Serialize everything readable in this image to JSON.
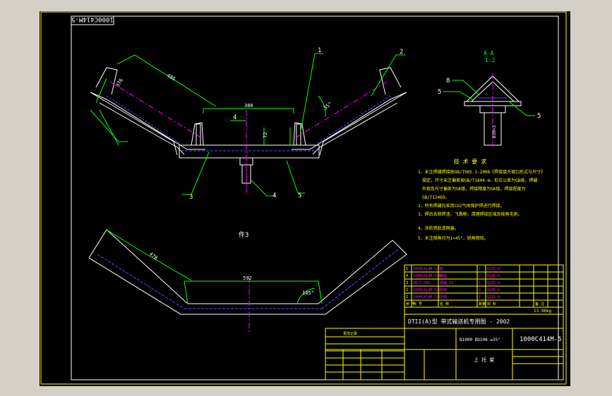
{
  "title_tag": "1000C414M-5",
  "sheet_label": "件3",
  "section_label": "A-A",
  "section_scale": "1:2",
  "callouts": [
    "1",
    "2",
    "3",
    "4",
    "5"
  ],
  "section_callouts": [
    "8",
    "5"
  ],
  "tech_requirements": {
    "heading": "技 术 要 求",
    "lines": [
      "1、未注焊缝焊接按GB/T985.1-2008《焊接接头坡口形式与尺寸》",
      "规定，尺寸未注偏差按GB/T1804-m，形位公差为GB级，焊缝",
      "外观及尺寸偏差为GK级，焊接精度为GK级，焊接程度为",
      "GB/T12469。",
      "2、所有焊缝均采用CO2气体保护焊进行焊接。",
      "3、焊后去除焊渣、飞溅物，清理焊接区域及棱角毛刺。",
      "4、涂防锈底漆两遍。",
      "5、未注倒角均为1×45°，锐角倒钝。"
    ]
  },
  "dims": {
    "main_top": "380",
    "main_len": "485",
    "main_side": "376",
    "main_h": "72",
    "angle": "35°",
    "lower_len": "478",
    "lower_base": "592",
    "lower_angle": "145°",
    "section_d": "Ø30×3"
  },
  "title_block": {
    "drawing_name": "DTII(A)型  带式输送机专用图 - 2002",
    "drawing_no": "1000C414M-5",
    "spec": "B1000  DD108  ≥35°",
    "part": "上 托 架",
    "mass": "13.96kg",
    "bom_header": [
      "序 号",
      "代 号",
      "名 称",
      "数量",
      "材 料",
      "备 注"
    ],
    "bom_rows": [
      [
        "5",
        "1000C414M-5/5",
        "垫",
        "2",
        "Q235-A",
        ""
      ],
      [
        "4",
        "1000C414M-5/4",
        "螺栓",
        "2",
        "Q235-A",
        ""
      ],
      [
        "3",
        "GB/T 706",
        "槽钢 10",
        "1",
        "Q235-A",
        ""
      ],
      [
        "2",
        "1000C414M-5/2",
        "侧架",
        "2",
        "Q235-A",
        ""
      ],
      [
        "1",
        "1000C414M-5/1",
        "中架",
        "1",
        "Q235-A",
        ""
      ]
    ],
    "change_table_title": "更改记录"
  }
}
